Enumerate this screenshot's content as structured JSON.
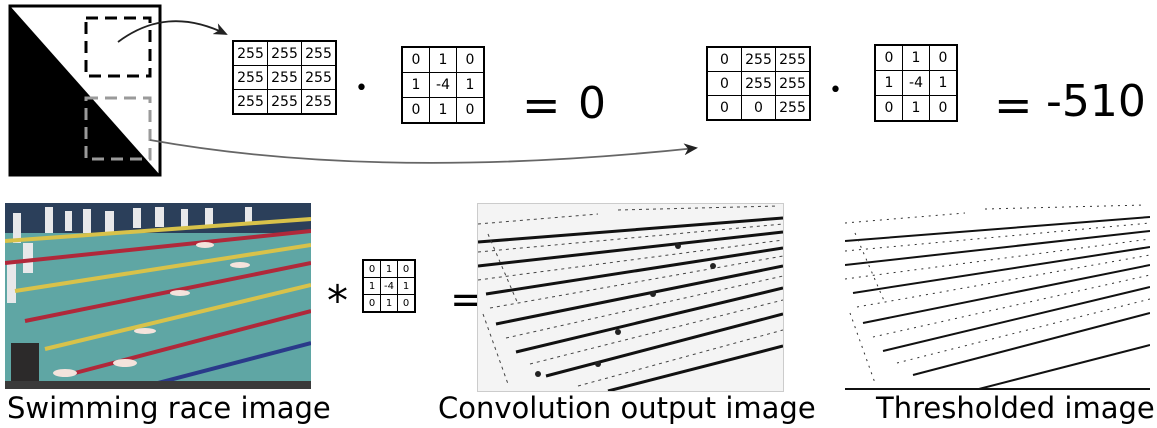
{
  "matrix_left_input": [
    [
      "255",
      "255",
      "255"
    ],
    [
      "255",
      "255",
      "255"
    ],
    [
      "255",
      "255",
      "255"
    ]
  ],
  "kernel": [
    [
      "0",
      "1",
      "0"
    ],
    [
      "1",
      "-4",
      "1"
    ],
    [
      "0",
      "1",
      "0"
    ]
  ],
  "matrix_right_input": [
    [
      "0",
      "255",
      "255"
    ],
    [
      "0",
      "255",
      "255"
    ],
    [
      "0",
      "0",
      "255"
    ]
  ],
  "operators": {
    "dot": "•",
    "equals": "=",
    "convolve": "*"
  },
  "results": {
    "left": "0",
    "right": "-510"
  },
  "captions": {
    "swimming": "Swimming race image",
    "convolution": "Convolution output image",
    "thresholded": "Thresholded image"
  },
  "colors": {
    "black": "#000000",
    "arrow": "#444444",
    "dash_top": "#000000",
    "dash_bottom": "#999999",
    "pool_water": "#5fa6a4",
    "lane_red": "#b0283a",
    "lane_yellow": "#d8c24a"
  }
}
